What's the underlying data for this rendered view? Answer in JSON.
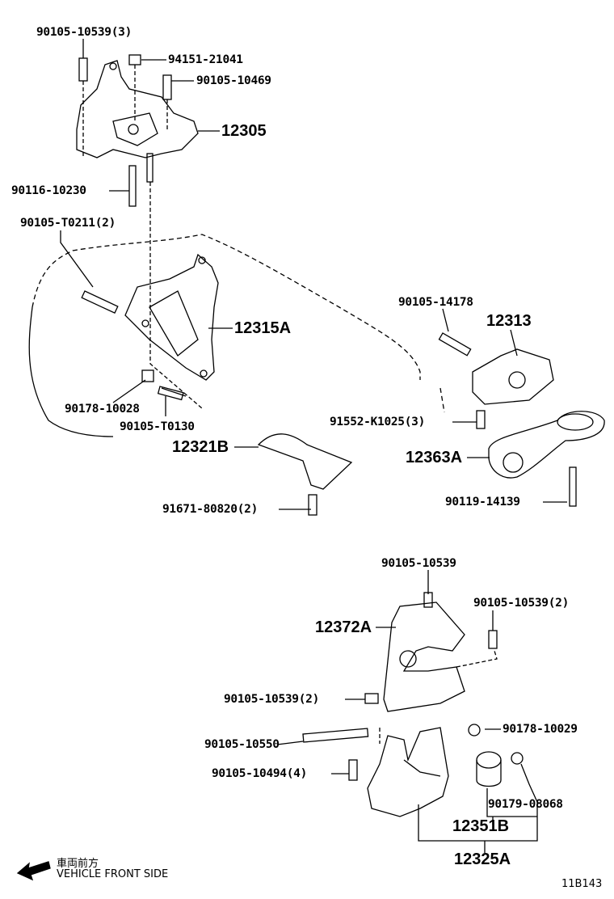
{
  "labels": {
    "p1": "90105-10539(3)",
    "p2": "94151-21041",
    "p3": "90105-10469",
    "p4": "12305",
    "p5": "90116-10230",
    "p6": "90105-T0211(2)",
    "p7": "12315A",
    "p8": "90105-14178",
    "p9": "12313",
    "p10": "90178-10028",
    "p11": "90105-T0130",
    "p12": "91552-K1025(3)",
    "p13": "12321B",
    "p14": "12363A",
    "p15": "90119-14139",
    "p16": "91671-80820(2)",
    "p17": "90105-10539",
    "p18": "90105-10539(2)",
    "p19": "12372A",
    "p20": "90105-10539(2)",
    "p21": "90105-10550",
    "p22": "90178-10029",
    "p23": "90105-10494(4)",
    "p24": "90179-08068",
    "p25": "12351B",
    "p26": "12325A"
  },
  "footer": {
    "direction_jp": "車両前方",
    "direction_en": "VEHICLE FRONT SIDE",
    "diagram_id": "11B143"
  }
}
